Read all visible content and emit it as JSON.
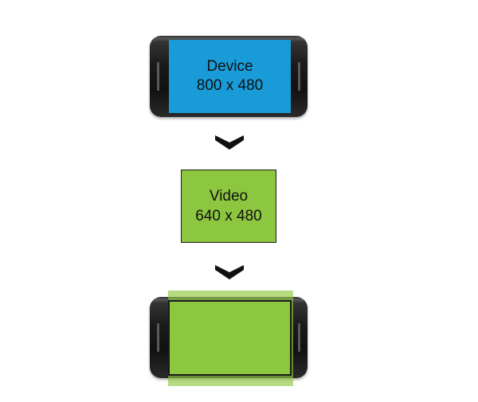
{
  "diagram": {
    "device": {
      "title": "Device",
      "resolution": "800 x 480",
      "screen_color": "#199bd8"
    },
    "video": {
      "title": "Video",
      "resolution": "640 x 480",
      "fill_color": "#8dc63f"
    },
    "result": {
      "fill_color": "#8dc63f"
    },
    "connectors": [
      "chevron-down-icon",
      "chevron-down-icon"
    ]
  }
}
